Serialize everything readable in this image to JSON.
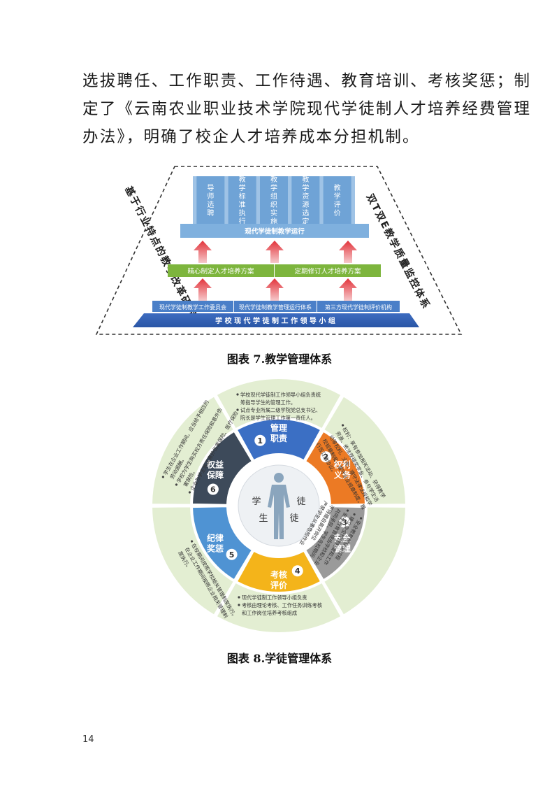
{
  "paragraph": {
    "lines": [
      "选拔聘任、工作职责、工作待遇、教育培训、考核奖惩；制",
      "定了《云南农业职业技术学院现代学徒制人才培养经费管理",
      "办法》，明确了校企人才培养成本分担机制。"
    ]
  },
  "figure7": {
    "left_label": "基于行业特点的教学改革研究",
    "right_label": "双T双E教学质量监控体系",
    "top_boxes": [
      "导师选聘",
      "教学标准执行",
      "教学组织实施",
      "教学资源选定",
      "教学评价"
    ],
    "operation_bar": "现代学徒制教学运行",
    "plan_left": "精心制定人才培养方案",
    "plan_right": "定期修订人才培养方案",
    "level2": [
      "现代学徒制教学工作委员会",
      "现代学徒制教学管理运行体系",
      "第三方现代学徒制评价机构"
    ],
    "base_bar": "学 校 现 代 学 徒 制 工 作 领 导 小 组",
    "caption": "图表 7.教学管理体系"
  },
  "figure8": {
    "center_left": "学",
    "center_right": "徒",
    "center_bottom_left": "生",
    "center_bottom_right": "徒",
    "segments": [
      {
        "num": "1",
        "l1": "管理",
        "l2": "职责",
        "color": "#3b6fc4"
      },
      {
        "num": "2",
        "l1": "权利",
        "l2": "义务",
        "color": "#ec7a24"
      },
      {
        "num": "3",
        "l1": "安全",
        "l2": "管理",
        "color": "#9a9a9a"
      },
      {
        "num": "4",
        "l1": "考核",
        "l2": "评价",
        "color": "#f4b41a"
      },
      {
        "num": "5",
        "l1": "纪律",
        "l2": "奖惩",
        "color": "#4f93d3"
      },
      {
        "num": "6",
        "l1": "权益",
        "l2": "保障",
        "color": "#3d4a5a"
      }
    ],
    "outer_top": [
      "学校现代学徒制工作领导小组负责统",
      "筹指导学生的管理工作。",
      "试点专业所属二级学院党总支书记、",
      "院长是学生管理工作第一责任人。"
    ],
    "outer_top_bullets": [
      true,
      false,
      true,
      false
    ],
    "outer_topright": [
      "权利：享有参加相关活动、获得教学",
      "资源、依法获得奖学金、参与学生活",
      "动等权利。义务：遵守法律法规和学",
      "校规章制度，遵守企业规章制度，履",
      "行签订的协议。"
    ],
    "outer_bottomright": [
      "安全教育贯穿全过程",
      "建立安全管理制度和工作",
      "安全教育管理由学校和企业",
      "共同承担，学生在校期间",
      "不得擅自离开岗位",
      "严禁学生从事危险作业"
    ],
    "outer_bottom": [
      "现代学徒制工作领导小组负责",
      "考核由理论考核、工作任务训练考核",
      "和工作岗位培养考核组成"
    ],
    "outer_bottom_bullets": [
      true,
      true,
      false
    ],
    "outer_bottomleft": [
      "在校期间按照学校相关管理制度执行。",
      "在企业工作期间按照企业相关管理制",
      "度执行。"
    ],
    "outer_topleft": [
      "学生在企业工作期间，应当给予相应的",
      "劳动报酬。",
      "学校为学生购买校方责任保险和意外伤",
      "害保险。",
      "企业为学生购买意外伤害保险、医疗保险"
    ],
    "caption": "图表 8.学徒管理体系"
  },
  "page_number": "14"
}
